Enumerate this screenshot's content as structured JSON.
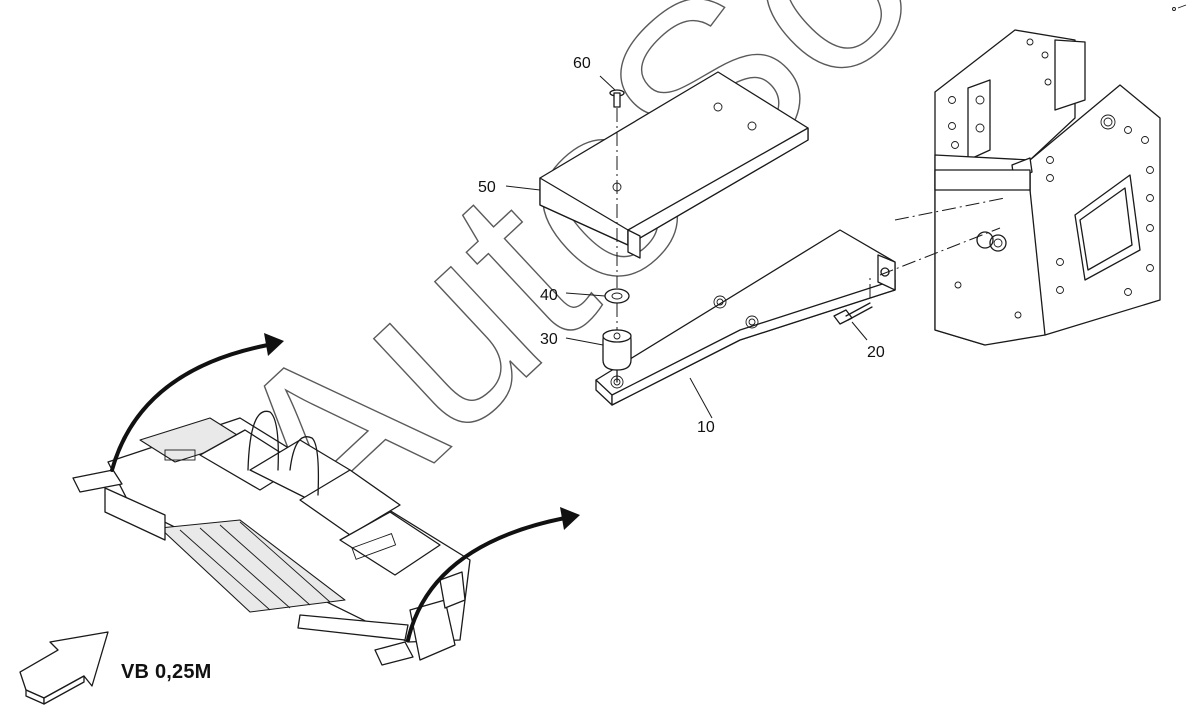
{
  "callouts": [
    {
      "id": "60",
      "label": "60"
    },
    {
      "id": "50",
      "label": "50"
    },
    {
      "id": "40",
      "label": "40"
    },
    {
      "id": "30",
      "label": "30"
    },
    {
      "id": "20",
      "label": "20"
    },
    {
      "id": "10",
      "label": "10"
    }
  ],
  "caption": "VB 0,25M",
  "watermark": "AutoSoft"
}
